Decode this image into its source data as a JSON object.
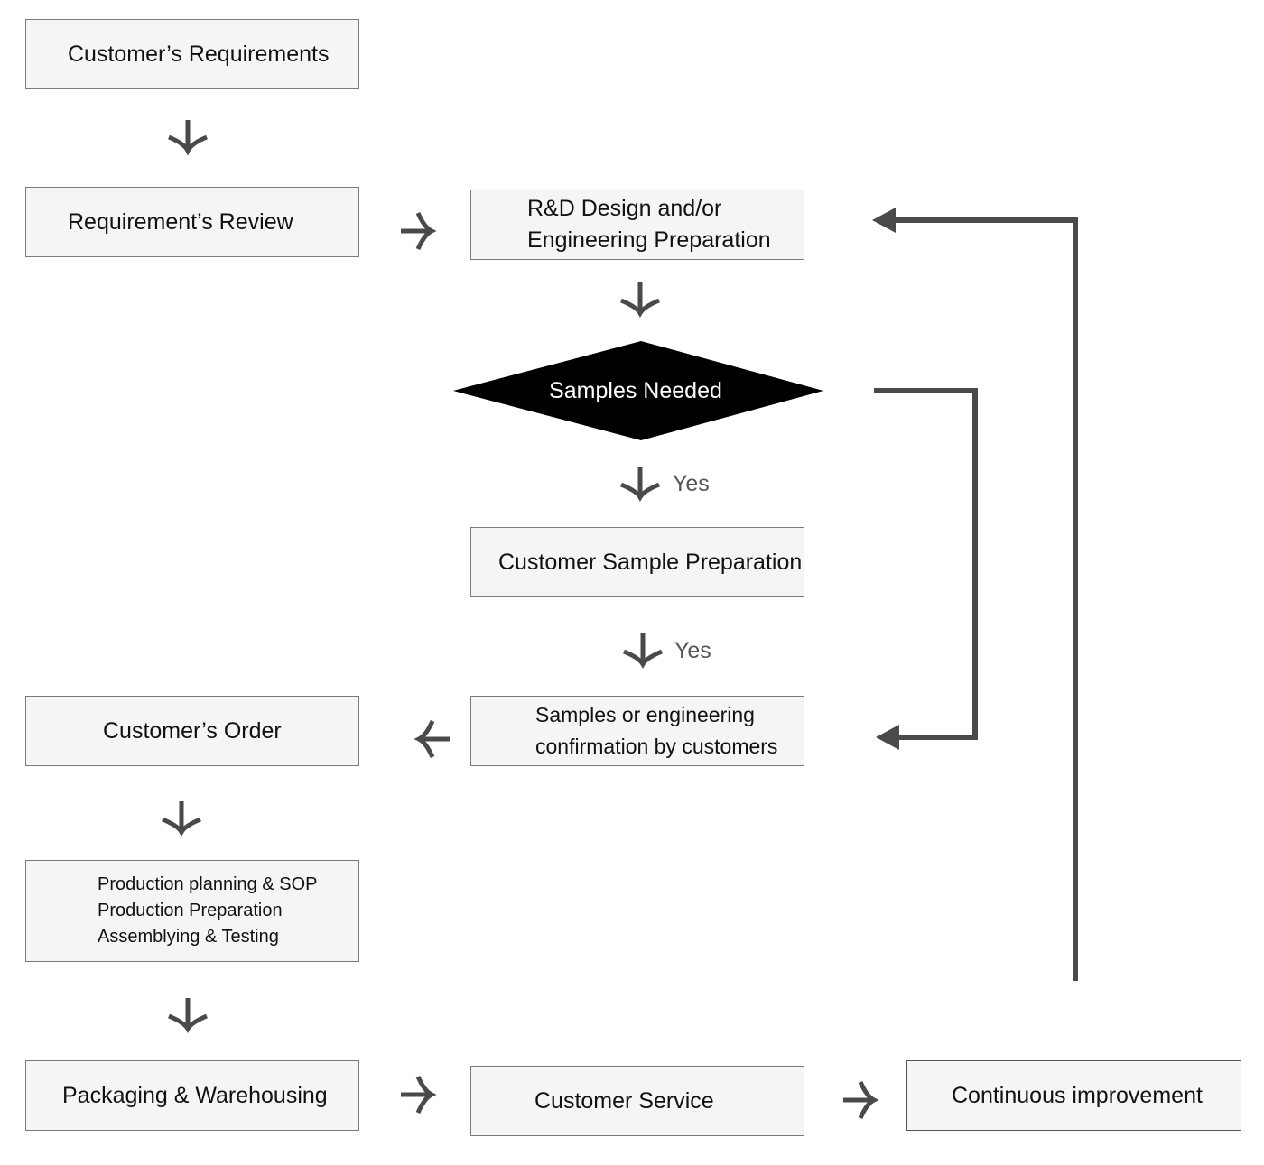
{
  "steps": {
    "customer_requirements": "Customer’s Requirements",
    "requirements_review": "Requirement’s Review",
    "rd_design": [
      "R&D Design and/or",
      "Engineering Preparation"
    ],
    "samples_needed": "Samples Needed",
    "sample_preparation": "Customer Sample Preparation",
    "sample_confirmation": [
      "Samples or engineering",
      "confirmation by customers"
    ],
    "customer_order": "Customer’s Order",
    "production": [
      "Production planning & SOP",
      "Production Preparation",
      "Assemblying & Testing"
    ],
    "packaging": "Packaging & Warehousing",
    "customer_service": "Customer Service",
    "continuous_improvement": "Continuous improvement"
  },
  "edge_labels": {
    "yes_1": "Yes",
    "yes_2": "Yes"
  },
  "colors": {
    "box_fill": "#f5f5f5",
    "box_border": "#7a7a7a",
    "arrow": "#4a4a4a",
    "diamond": "#000000"
  }
}
